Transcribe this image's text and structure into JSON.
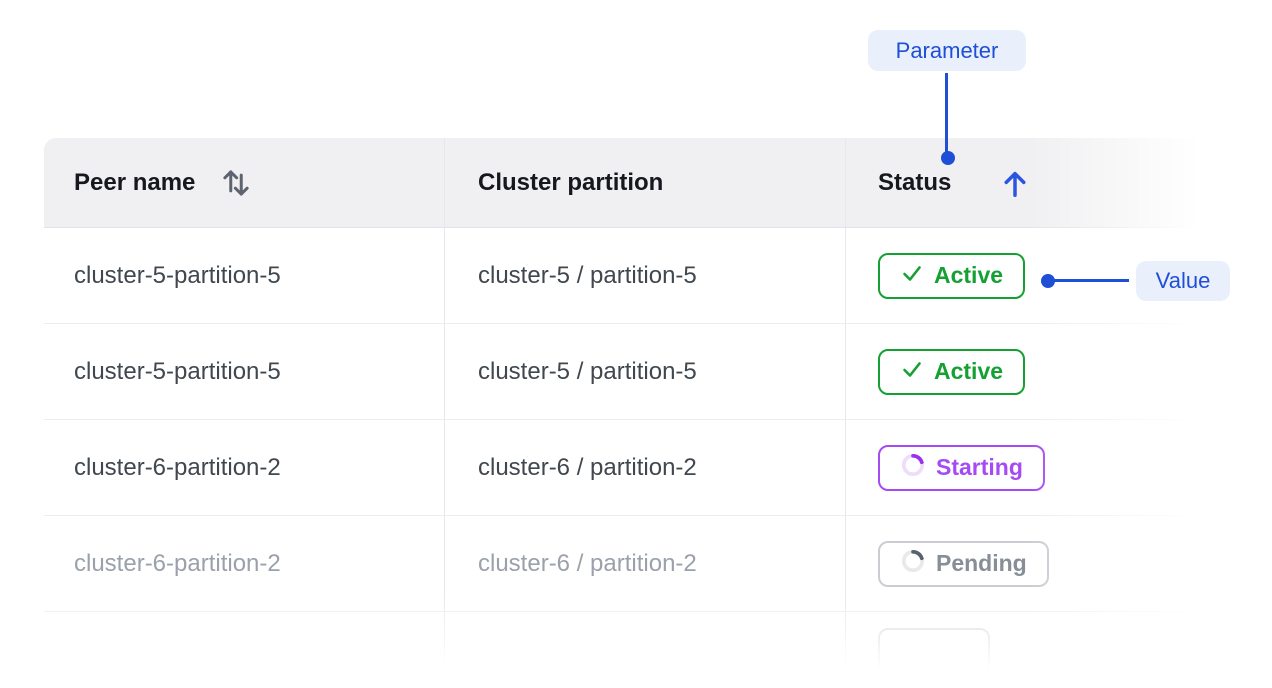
{
  "annotations": {
    "parameter": {
      "label": "Parameter"
    },
    "value": {
      "label": "Value"
    },
    "accent_color": "#1e4fd6",
    "chip_bg": "#e9f0fc"
  },
  "table": {
    "header_bg": "#f0f0f2",
    "header": {
      "peer": {
        "label": "Peer name",
        "sort_icon": "sort-both"
      },
      "partition": {
        "label": "Cluster partition"
      },
      "status": {
        "label": "Status",
        "sort_icon": "arrow-up",
        "sort_direction": "ascending"
      }
    },
    "rows": [
      {
        "peer": "cluster-5-partition-5",
        "partition": "cluster-5 / partition-5",
        "status": "Active",
        "status_type": "active"
      },
      {
        "peer": "cluster-5-partition-5",
        "partition": "cluster-5 / partition-5",
        "status": "Active",
        "status_type": "active"
      },
      {
        "peer": "cluster-6-partition-2",
        "partition": "cluster-6 / partition-2",
        "status": "Starting",
        "status_type": "starting"
      },
      {
        "peer": "cluster-6-partition-2",
        "partition": "cluster-6 / partition-2",
        "status": "Pending",
        "status_type": "pending"
      },
      {
        "peer": "",
        "partition": "",
        "status": "",
        "status_type": "unknown"
      }
    ],
    "status_styles": {
      "active": {
        "color": "#15a033",
        "icon": "check"
      },
      "starting": {
        "color": "#a64af3",
        "icon": "spinner",
        "track": "#ecdefb"
      },
      "pending": {
        "color": "#878e98",
        "border": "#cbcdd2",
        "icon": "spinner",
        "track": "#e8e9eb",
        "arc": "#59616b"
      }
    }
  }
}
